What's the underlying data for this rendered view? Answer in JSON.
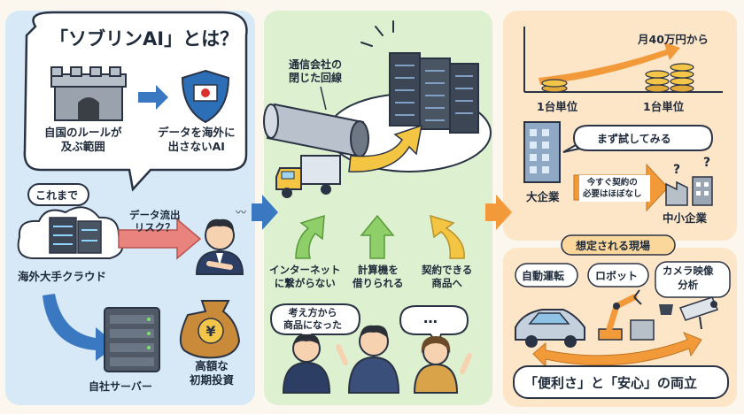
{
  "title": {
    "main": "「ソブリンAI」とは？"
  },
  "left": {
    "castle_label": "自国のルールが\n及ぶ範囲",
    "shield_label": "データを海外に\n出さないAI",
    "before_tag": "これまで",
    "cloud_label": "海外大手クラウド",
    "risk_label": "データ流出\nリスク？",
    "server_label": "自社サーバー",
    "cost_label": "高額な\n初期投資"
  },
  "middle": {
    "line_label": "通信会社の\n閉じた回線",
    "factors": [
      "インターネット\nに繋がらない",
      "計算機を\n借りられる",
      "契約できる\n商品へ"
    ],
    "speech_a": "考え方から\n商品になった",
    "speech_b": "…"
  },
  "right_top": {
    "price_label": "月40万円から",
    "unit_left": "1台単位",
    "unit_right": "1台単位",
    "try_speech": "まず試してみる",
    "big_company": "大企業",
    "contract_note": "今すぐ契約の\n必要はほぼなし",
    "sme": "中小企業",
    "q1": "?",
    "q2": "?"
  },
  "right_bottom": {
    "heading": "想定される現場",
    "tags": [
      "自動運転",
      "ロボット",
      "カメラ映像\n分析"
    ],
    "conclusion": "「便利さ」と「安心」の両立"
  },
  "colors": {
    "left_bg": "#d7e9f6",
    "mid_bg": "#ddf0cf",
    "right_bg": "#fde5c8",
    "arrow_blue": "#3b78c2",
    "arrow_orange": "#f29a3a",
    "arrow_red": "#e9837d",
    "arrow_green": "#8fcf6a",
    "arrow_yellow": "#f4c542"
  }
}
